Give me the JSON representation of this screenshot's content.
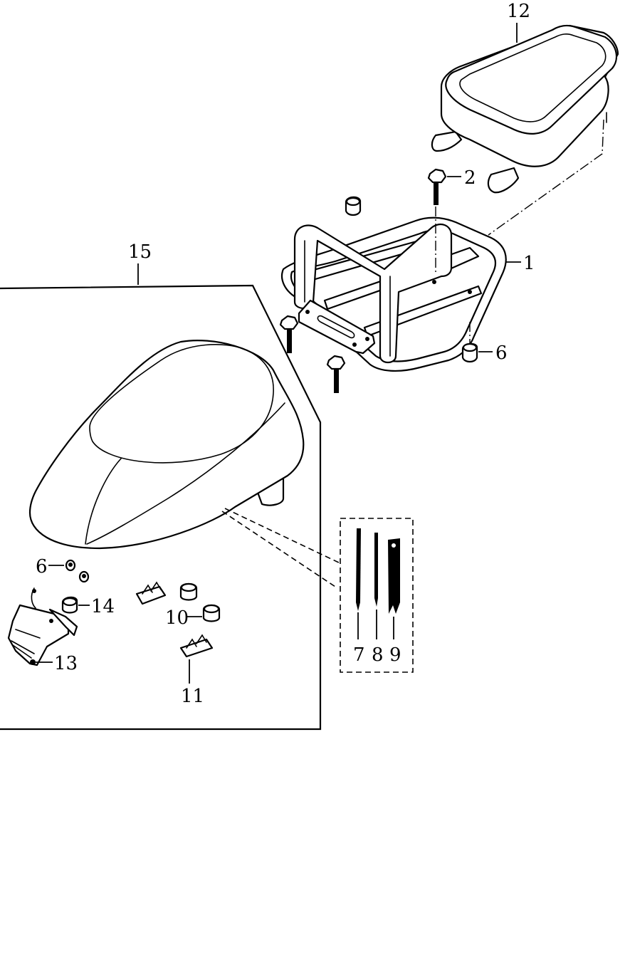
{
  "callouts": {
    "c1": "1",
    "c2": "2",
    "c6a": "6",
    "c6b": "6",
    "c7": "7",
    "c8": "8",
    "c9": "9",
    "c10": "10",
    "c11": "11",
    "c12": "12",
    "c13": "13",
    "c14": "14",
    "c15": "15"
  },
  "colors": {
    "line": "#000000",
    "background": "#ffffff"
  }
}
